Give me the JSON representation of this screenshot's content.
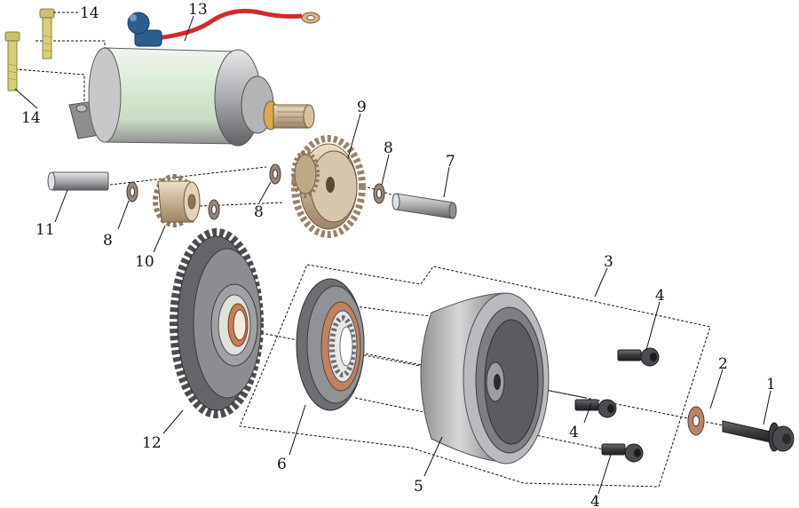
{
  "colors": {
    "background": "#ffffff",
    "steel": "#a9abae",
    "steel_dark": "#5f6164",
    "motor_body": "#d9eed6",
    "brass": "#c8ad86",
    "copper": "#b88467",
    "cable_red": "#d12b2b",
    "cap_blue": "#2a5e8f",
    "bolt_yellow": "#d8cf77"
  },
  "callouts": [
    {
      "id": "1",
      "text": "1"
    },
    {
      "id": "2",
      "text": "2"
    },
    {
      "id": "3",
      "text": "3"
    },
    {
      "id": "4a",
      "text": "4"
    },
    {
      "id": "4b",
      "text": "4"
    },
    {
      "id": "4c",
      "text": "4"
    },
    {
      "id": "5",
      "text": "5"
    },
    {
      "id": "6",
      "text": "6"
    },
    {
      "id": "7",
      "text": "7"
    },
    {
      "id": "8a",
      "text": "8"
    },
    {
      "id": "8b",
      "text": "8"
    },
    {
      "id": "8c",
      "text": "8"
    },
    {
      "id": "9",
      "text": "9"
    },
    {
      "id": "10",
      "text": "10"
    },
    {
      "id": "11",
      "text": "11"
    },
    {
      "id": "12",
      "text": "12"
    },
    {
      "id": "13",
      "text": "13"
    },
    {
      "id": "14a",
      "text": "14"
    },
    {
      "id": "14b",
      "text": "14"
    }
  ],
  "parts": [
    {
      "id": "starter-motor",
      "icon": "starter-motor-icon"
    },
    {
      "id": "reduction-gear",
      "icon": "double-gear-icon"
    },
    {
      "id": "idle-gear",
      "icon": "small-gear-icon"
    },
    {
      "id": "starter-gear",
      "icon": "large-gear-icon"
    },
    {
      "id": "one-way-clutch",
      "icon": "bearing-ring-icon"
    },
    {
      "id": "clutch-housing",
      "icon": "cup-housing-icon"
    }
  ]
}
